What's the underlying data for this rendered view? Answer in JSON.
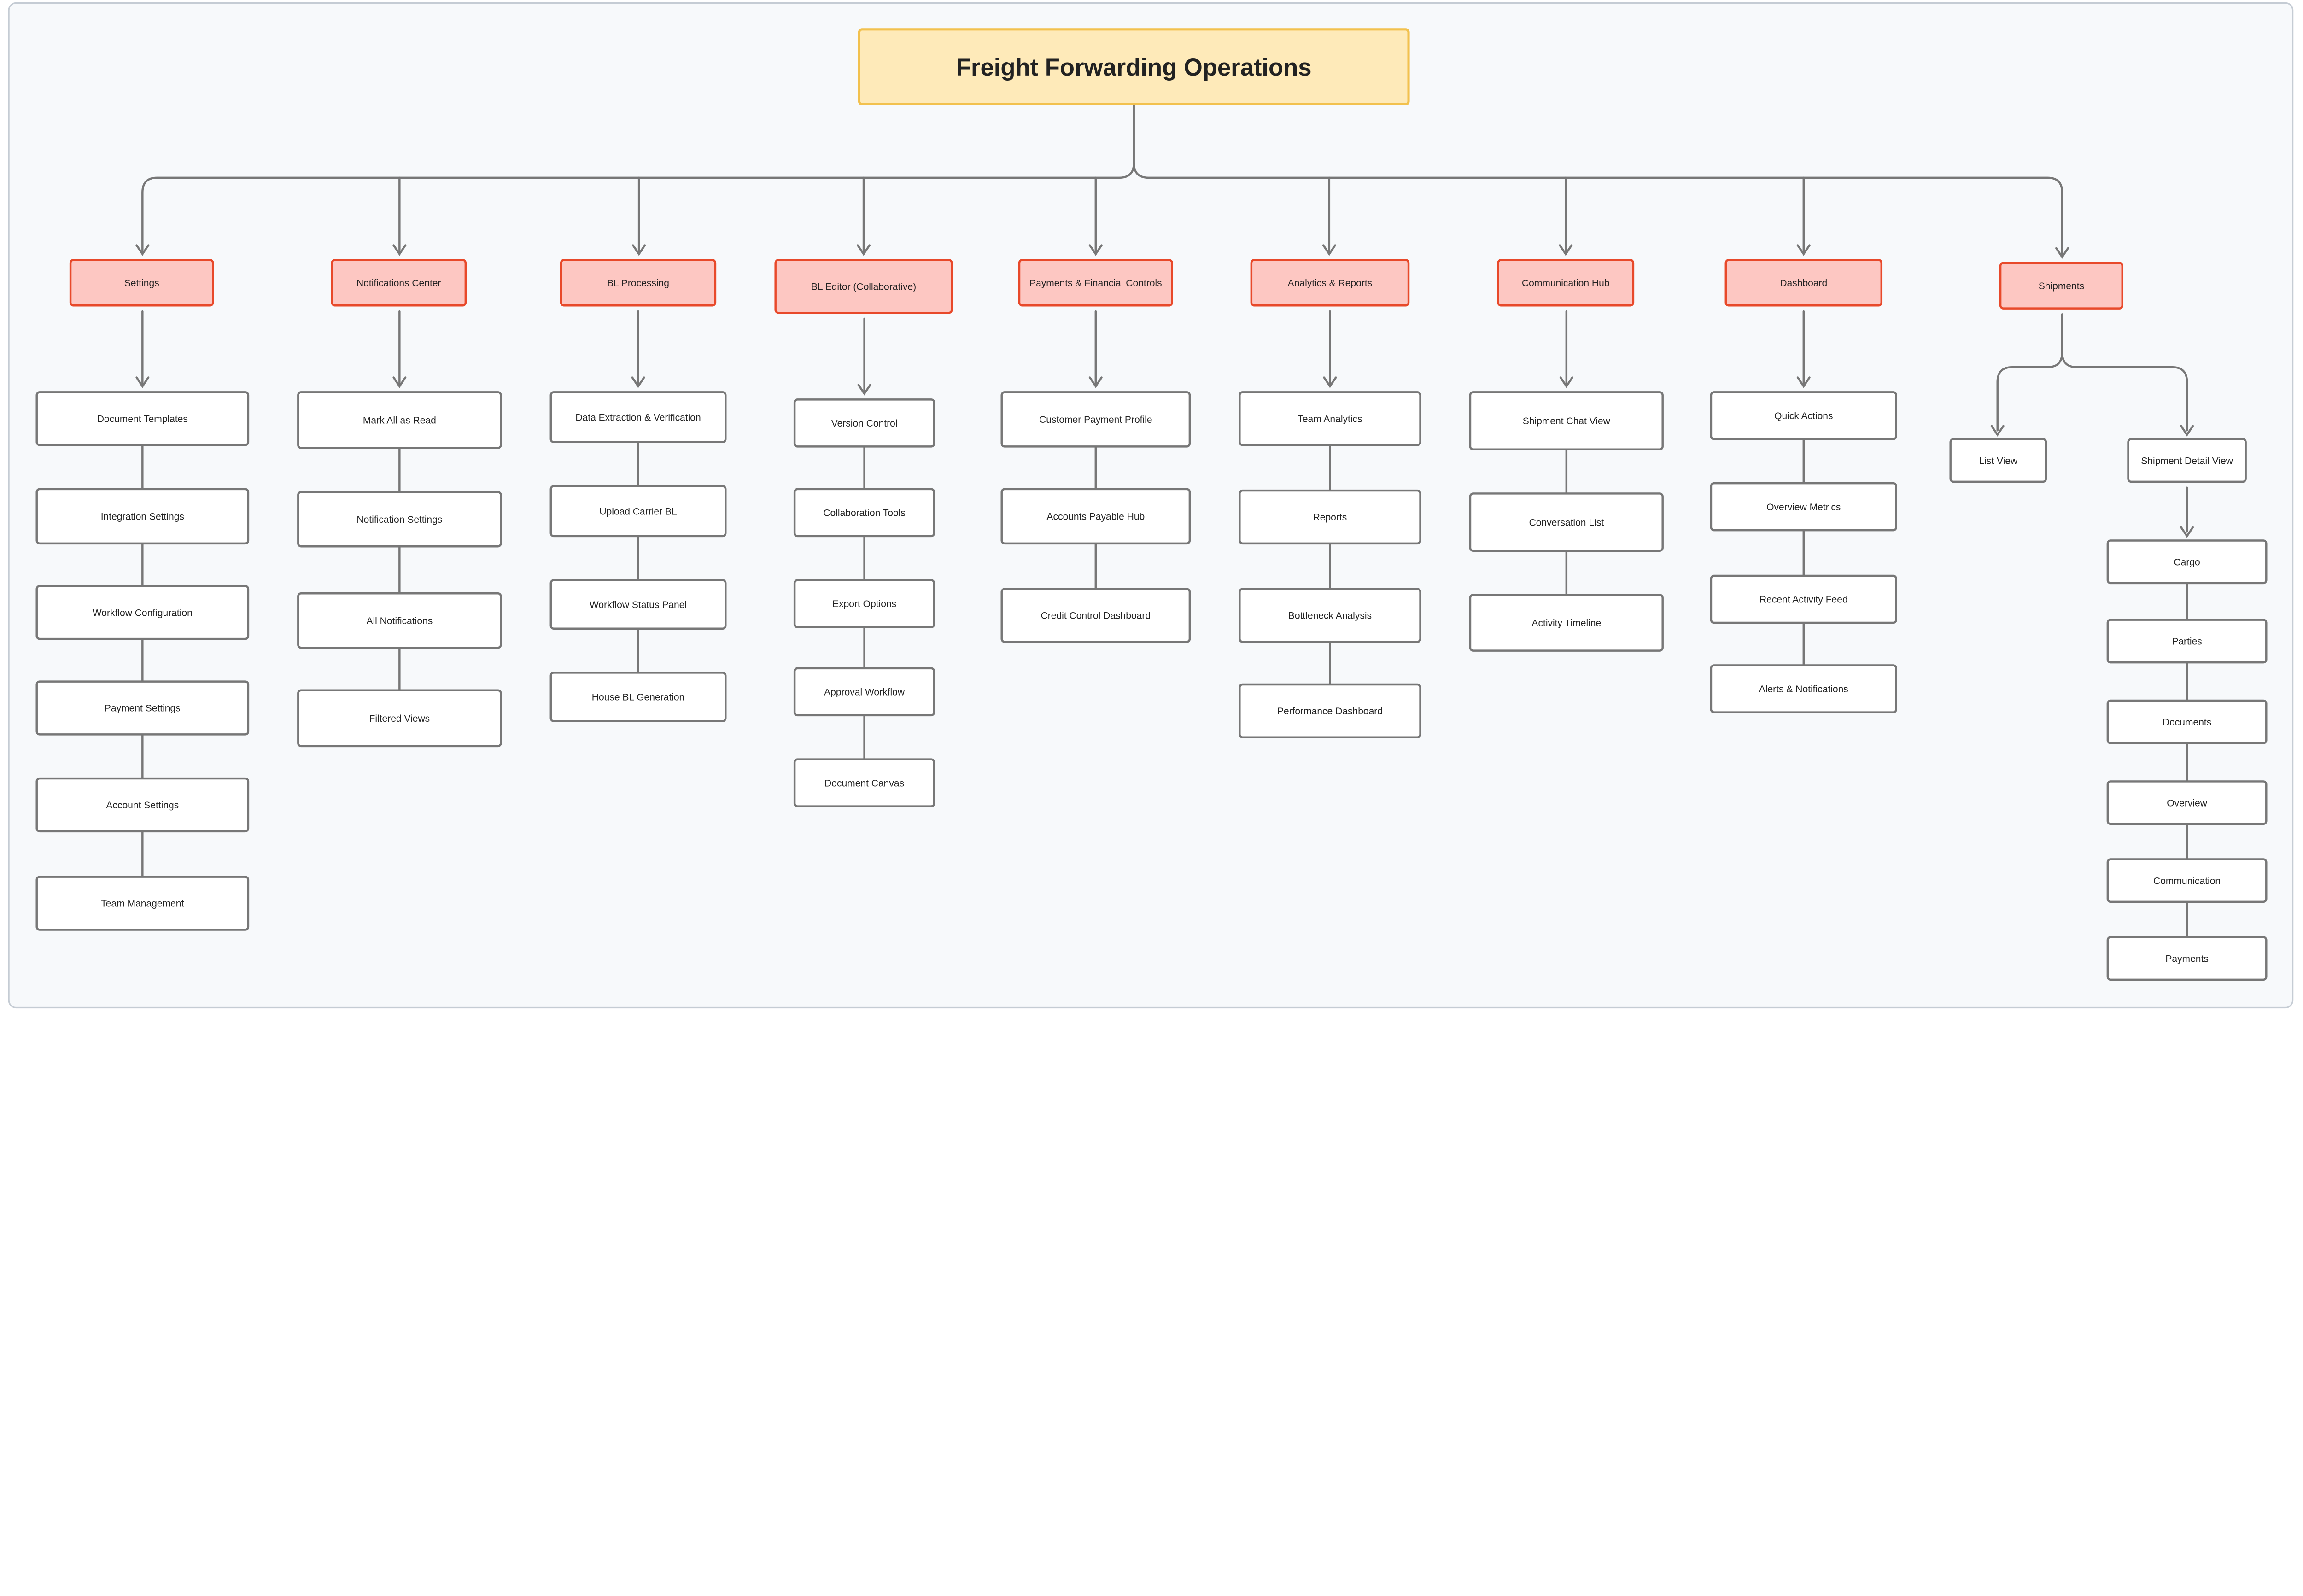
{
  "title": "Freight Forwarding Operations",
  "colors": {
    "background": "#f7f9fb",
    "frame": "#c5ccd4",
    "root_fill": "#feeab9",
    "root_border": "#f2c14e",
    "category_fill": "#fdc7c2",
    "category_border": "#e8492a",
    "leaf_fill": "#ffffff",
    "leaf_border": "#777777",
    "connector": "#777777"
  },
  "categories": [
    {
      "label": "Settings",
      "children": [
        "Document Templates",
        "Integration Settings",
        "Workflow Configuration",
        "Payment Settings",
        "Account Settings",
        "Team Management"
      ]
    },
    {
      "label": "Notifications Center",
      "children": [
        "Mark All as Read",
        "Notification Settings",
        "All Notifications",
        "Filtered Views"
      ]
    },
    {
      "label": "BL Processing",
      "children": [
        "Data Extraction & Verification",
        "Upload Carrier BL",
        "Workflow Status Panel",
        "House BL Generation"
      ]
    },
    {
      "label": "BL Editor (Collaborative)",
      "children": [
        "Version Control",
        "Collaboration Tools",
        "Export Options",
        "Approval Workflow",
        "Document Canvas"
      ]
    },
    {
      "label": "Payments & Financial Controls",
      "children": [
        "Customer Payment Profile",
        "Accounts Payable Hub",
        "Credit Control Dashboard"
      ]
    },
    {
      "label": "Analytics & Reports",
      "children": [
        "Team Analytics",
        "Reports",
        "Bottleneck Analysis",
        "Performance Dashboard"
      ]
    },
    {
      "label": "Communication Hub",
      "children": [
        "Shipment Chat View",
        "Conversation List",
        "Activity Timeline"
      ]
    },
    {
      "label": "Dashboard",
      "children": [
        "Quick Actions",
        "Overview Metrics",
        "Recent Activity Feed",
        "Alerts & Notifications"
      ]
    },
    {
      "label": "Shipments",
      "children": [
        "List View",
        "Shipment Detail View"
      ],
      "sub": {
        "parent": "Shipment Detail View",
        "children": [
          "Cargo",
          "Parties",
          "Documents",
          "Overview",
          "Communication",
          "Payments"
        ]
      }
    }
  ]
}
